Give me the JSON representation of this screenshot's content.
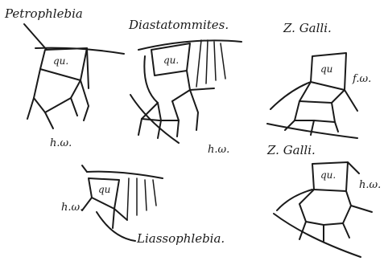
{
  "panels": {
    "petrophlebia": {
      "title": "Petrophlebia",
      "cell_label": "qu.",
      "hw_label": "h.ω."
    },
    "diastatommites": {
      "title": "Diastatommites.",
      "cell_label": "qu.",
      "hw_label": "h.ω."
    },
    "z_galli_upper": {
      "title": "Z. Galli.",
      "cell_label": "qu",
      "fw_label": "f.ω."
    },
    "z_galli_lower": {
      "title": "Z. Galli.",
      "cell_label": "qu.",
      "hw_label": "h.ω."
    },
    "liassophlebia": {
      "title": "Liassophlebia.",
      "cell_label": "qu",
      "hw_label": "h.ω."
    }
  }
}
